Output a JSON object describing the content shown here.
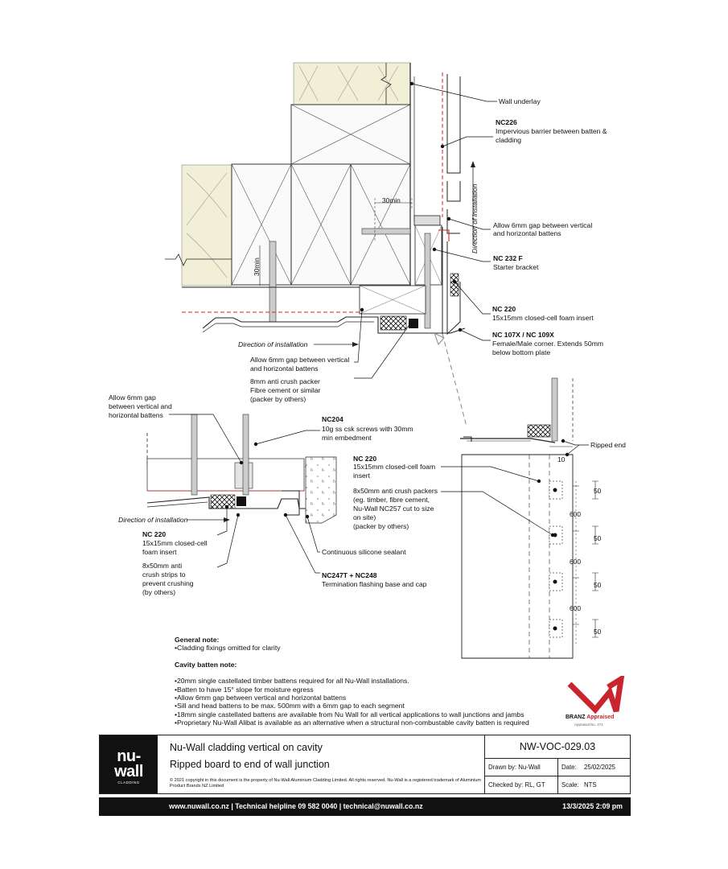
{
  "labels": {
    "wall_underlay": "Wall underlay",
    "nc226_code": "NC226",
    "nc226_line1": "Impervious barrier between batten &",
    "nc226_line2": "cladding",
    "dir_install_vert": "Direction of installation",
    "gap_line1": "Allow 6mm gap between vertical",
    "gap_line2": "and horizontal battens",
    "nc232_code": "NC 232 F",
    "nc232_line1": "Starter bracket",
    "nc220_code": "NC 220",
    "nc220_line1": "15x15mm closed-cell foam insert",
    "nc107_code": "NC 107X / NC 109X",
    "nc107_line1": "Female/Male corner. Extends 50mm",
    "nc107_line2": "below bottom plate",
    "dir_install_plan": "Direction of installation",
    "gap2_line1": "Allow 6mm gap between vertical",
    "gap2_line2": "and horizontal battens",
    "packer_line1": "8mm anti crush packer",
    "packer_line2": "Fibre cement or similar",
    "packer_line3": "(packer by others)",
    "dim_30min_top": "30min",
    "dim_30min_side": "30min"
  },
  "detail2": {
    "gap_line1": "Allow 6mm gap",
    "gap_line2": "between vertical and",
    "gap_line3": "horizontal battens",
    "nc204_code": "NC204",
    "nc204_line1": "10g ss csk screws with 30mm",
    "nc204_line2": "min embedment",
    "dir_install": "Direction of installation",
    "nc220_code": "NC 220",
    "nc220_line1": "15x15mm closed-cell",
    "nc220_line2": "foam insert",
    "strip_line1": "8x50mm anti",
    "strip_line2": "crush strips to",
    "strip_line3": "prevent crushing",
    "strip_line4": "(by others)",
    "sealant": "Continuous silicone sealant",
    "nc247_code": "NC247T + NC248",
    "nc247_line1": "Termination flashing base and cap"
  },
  "detail3": {
    "ripped_end": "Ripped end",
    "dim_10": "10",
    "nc220_code": "NC 220",
    "nc220_line1": "15x15mm closed-cell foam",
    "nc220_line2": "insert",
    "packers_line1": "8x50mm anti crush packers",
    "packers_line2": "(eg. timber, fibre cement,",
    "packers_line3": "Nu-Wall NC257 cut to size",
    "packers_line4": "on site)",
    "packers_line5": "(packer by others)",
    "dim_50a": "50",
    "dim_600a": "600",
    "dim_50b": "50",
    "dim_600b": "600",
    "dim_50c": "50",
    "dim_600c": "600",
    "dim_50d": "50"
  },
  "notes": {
    "general_title": "General note:",
    "general_items": [
      "Cladding fixings omitted for clarity"
    ],
    "cavity_title": "Cavity batten note:",
    "cavity_items": [
      "20mm single castellated timber battens required for all Nu-Wall installations.",
      "Batten to have 15° slope for moisture egress",
      "Allow 6mm gap between vertical and horizontal battens",
      "Sill and head battens to be max. 500mm with a 6mm gap to each segment",
      "18mm single castellated battens are available from Nu Wall for all vertical applications to wall junctions and jambs",
      "Proprietary Nu-Wall Alibat is available as an alternative when a structural non-combustable cavity batten is required"
    ]
  },
  "branz": {
    "word1": "BRANZ",
    "word2": "Appraised",
    "sub": "Appraisal No. 471"
  },
  "title_block": {
    "logo_line1": "nu-",
    "logo_line2": "wall",
    "logo_line3": "CLADDING",
    "title": "Nu-Wall cladding vertical on cavity",
    "subtitle": "Ripped board to end of wall junction",
    "copyright": "© 2021 copyright in this document is the property of Nu-Wall Aluminium Cladding Limited. All rights reserved. Nu-Wall is a registered trademark of Aluminium Product Brands NZ Limited",
    "code": "NW-VOC-029.03",
    "drawn_by": "Drawn by: Nu-Wall",
    "date_label": "Date:",
    "date": "25/02/2025",
    "checked_by": "Checked by: RL, GT",
    "scale_label": "Scale:",
    "scale": "NTS"
  },
  "footer": {
    "contact": "www.nuwall.co.nz  |  Technical helpline 09 582 0040  |  technical@nuwall.co.nz",
    "timestamp": "13/3/2025 2:09 pm"
  },
  "colors": {
    "insulation": "#f1efd6",
    "red_dashed": "#d0262c",
    "brand_red": "#c8252c"
  }
}
